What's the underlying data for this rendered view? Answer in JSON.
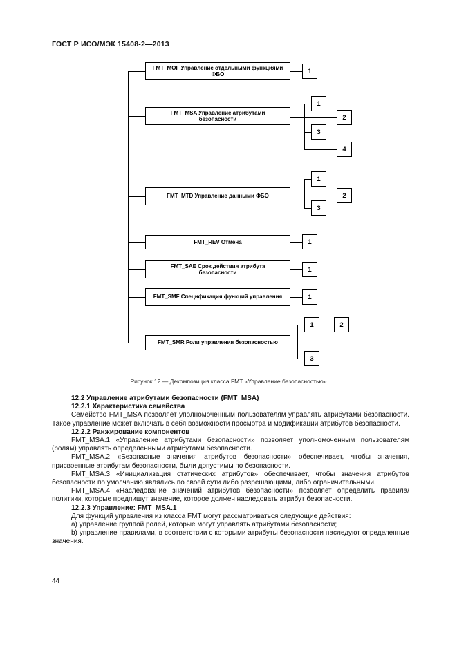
{
  "header": {
    "title": "ГОСТ Р ИСО/МЭК 15408-2—2013"
  },
  "diagram": {
    "caption": "Рисунок 12 — Декомпозиция класса FMT «Управление безопасностью»",
    "fmt_mof": {
      "label": "FMT_MOF Управление отдельными функциями ФБО",
      "c1": "1"
    },
    "fmt_msa": {
      "label": "FMT_MSA Управление атрибутами безопасности",
      "c1": "1",
      "c2": "2",
      "c3": "3",
      "c4": "4"
    },
    "fmt_mtd": {
      "label": "FMT_MTD Управление данными ФБО",
      "c1": "1",
      "c2": "2",
      "c3": "3"
    },
    "fmt_rev": {
      "label": "FMT_REV Отмена",
      "c1": "1"
    },
    "fmt_sae": {
      "label": "FMT_SAE Срок действия атрибута безопасности",
      "c1": "1"
    },
    "fmt_smf": {
      "label": "FMT_SMF Спецификация функций управления",
      "c1": "1"
    },
    "fmt_smr": {
      "label": "FMT_SMR Роли управления безопасностью",
      "c1": "1",
      "c2": "2",
      "c3": "3"
    }
  },
  "content": {
    "s122_title": "12.2 Управление атрибутами безопасности (FMT_MSA)",
    "s1221_title": "12.2.1 Характеристика семейства",
    "s1221_p1": "Семейство FMT_MSA позволяет уполномоченным пользователям управлять атрибутами безопасности. Такое управление может включать в себя возможности просмотра и модификации атрибутов безопасности.",
    "s1222_title": "12.2.2 Ранжирование компонентов",
    "s1222_p1": "FMT_MSA.1 «Управление атрибутами безопасности» позволяет уполномоченным пользователям (ролям) управлять определенными атрибутами безопасности.",
    "s1222_p2": "FMT_MSA.2 «Безопасные значения атрибутов безопасности» обеспечивает, чтобы значения, присвоенные атрибутам безопасности, были допустимы по безопасности.",
    "s1222_p3": "FMT_MSA.3 «Инициализация статических атрибутов» обеспечивает, чтобы значения атрибутов безопасности по умолчанию являлись по своей сути либо разрешающими, либо ограничительными.",
    "s1222_p4": "FMT_MSA.4 «Наследование значений атрибутов безопасности» позволяет определить правила/политики, которые предпишут значение, которое должен наследовать атрибут безопасности.",
    "s1223_title": "12.2.3 Управление: FMT_MSA.1",
    "s1223_p1": "Для функций управления из класса FMT могут рассматриваться следующие действия:",
    "s1223_a": "a) управление группой ролей, которые могут управлять атрибутами безопасности;",
    "s1223_b": "b) управление правилами, в соответствии с которыми атрибуты безопасности наследуют определенные значения.",
    "page_number": "44"
  }
}
